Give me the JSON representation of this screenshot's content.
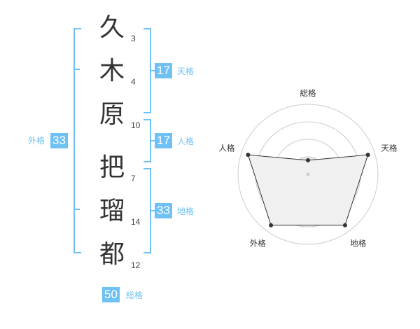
{
  "name": {
    "chars": [
      {
        "char": "久",
        "strokes": "3"
      },
      {
        "char": "木",
        "strokes": "4"
      },
      {
        "char": "原",
        "strokes": "10"
      },
      {
        "char": "把",
        "strokes": "7"
      },
      {
        "char": "瑠",
        "strokes": "14"
      },
      {
        "char": "都",
        "strokes": "12"
      }
    ]
  },
  "grades": {
    "tenkaku": {
      "value": "17",
      "label": "天格"
    },
    "jinkaku": {
      "value": "17",
      "label": "人格"
    },
    "chikaku": {
      "value": "33",
      "label": "地格"
    },
    "gaikaku": {
      "value": "33",
      "label": "外格"
    },
    "soukaku": {
      "value": "50",
      "label": "総格"
    }
  },
  "colors": {
    "accent": "#6ec1f2",
    "text": "#333333",
    "grid": "#cccccc",
    "fill": "#f0f0f0"
  },
  "chart_data": {
    "type": "radar",
    "axes": [
      "総格",
      "天格",
      "地格",
      "外格",
      "人格"
    ],
    "values": [
      0.2,
      0.9,
      0.9,
      0.9,
      0.9
    ],
    "grid_rings": 4,
    "grid": true
  }
}
